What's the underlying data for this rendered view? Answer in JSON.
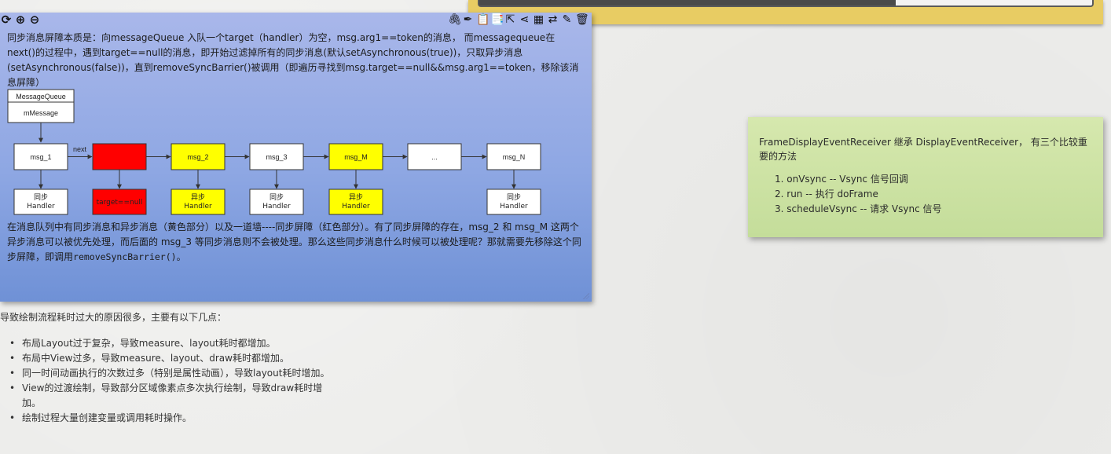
{
  "top_note": {
    "accent": "#e8cc63",
    "progress": 0.68
  },
  "zoom_icons": {
    "refresh": "⟳",
    "zoom_in": "⊕",
    "zoom_out": "⊖"
  },
  "note_toolbar": [
    "🖇",
    "✒",
    "📋",
    "📑",
    "⇱",
    "⋖",
    "▦",
    "⇄",
    "✎",
    "🗑"
  ],
  "blue_note": {
    "p1": "同步消息屏障本质是：向messageQueue 入队一个target（handler）为空，msg.arg1==token的消息， 而messagequeue在 next()的过程中，遇到target==null的消息，即开始过滤掉所有的同步消息(默认setAsynchronous(true))，只取异步消息(setAsynchronous(false))，直到removeSyncBarrier()被调用（即遍历寻找到msg.target==null&&msg.arg1==token，移除该消息屏障）",
    "p2_a": "在消息队列中有同步消息和异步消息（黄色部分）以及一道墙----同步屏障（红色部分）。有了同步屏障的存在，msg_2 和 msg_M 这两个异步消息可以被优先处理，而后面的 msg_3 等同步消息则不会被处理。那么这些同步消息什么时候可以被处理呢？那就需要先移除这个同步屏障，即调用",
    "p2_code": "removeSyncBarrier()",
    "p2_b": "。",
    "diagram": {
      "queue_title": "MessageQueue",
      "queue_field": "mMessage",
      "next_label": "next",
      "nodes": [
        {
          "label": "msg_1",
          "color": "#ffffff",
          "handler": "同步\nHandler",
          "handler_color": "#ffffff"
        },
        {
          "label": "",
          "color": "#ff0000",
          "handler": "target==null",
          "handler_color": "#ff0000"
        },
        {
          "label": "msg_2",
          "color": "#ffff00",
          "handler": "异步\nHandler",
          "handler_color": "#ffff00"
        },
        {
          "label": "msg_3",
          "color": "#ffffff",
          "handler": "同步\nHandler",
          "handler_color": "#ffffff"
        },
        {
          "label": "msg_M",
          "color": "#ffff00",
          "handler": "异步\nHandler",
          "handler_color": "#ffff00"
        },
        {
          "label": "...",
          "color": "#ffffff",
          "handler": "",
          "handler_color": ""
        },
        {
          "label": "msg_N",
          "color": "#ffffff",
          "handler": "同步\nHandler",
          "handler_color": "#ffffff"
        }
      ]
    }
  },
  "green_note": {
    "intro": "FrameDisplayEventReceiver 继承 DisplayEventReceiver， 有三个比较重要的方法",
    "items": [
      "1. onVsync -- Vsync 信号回调",
      "2. run -- 执行 doFrame",
      "3. scheduleVsync -- 请求 Vsync 信号"
    ]
  },
  "bottom": {
    "lead": "导致绘制流程耗时过大的原因很多，主要有以下几点：",
    "items": [
      "布局Layout过于复杂，导致measure、layout耗时都增加。",
      "布局中View过多，导致measure、layout、draw耗时都增加。",
      "同一时间动画执行的次数过多（特别是属性动画），导致layout耗时增加。",
      "View的过渡绘制，导致部分区域像素点多次执行绘制，导致draw耗时增加。",
      "绘制过程大量创建变量或调用耗时操作。"
    ]
  }
}
